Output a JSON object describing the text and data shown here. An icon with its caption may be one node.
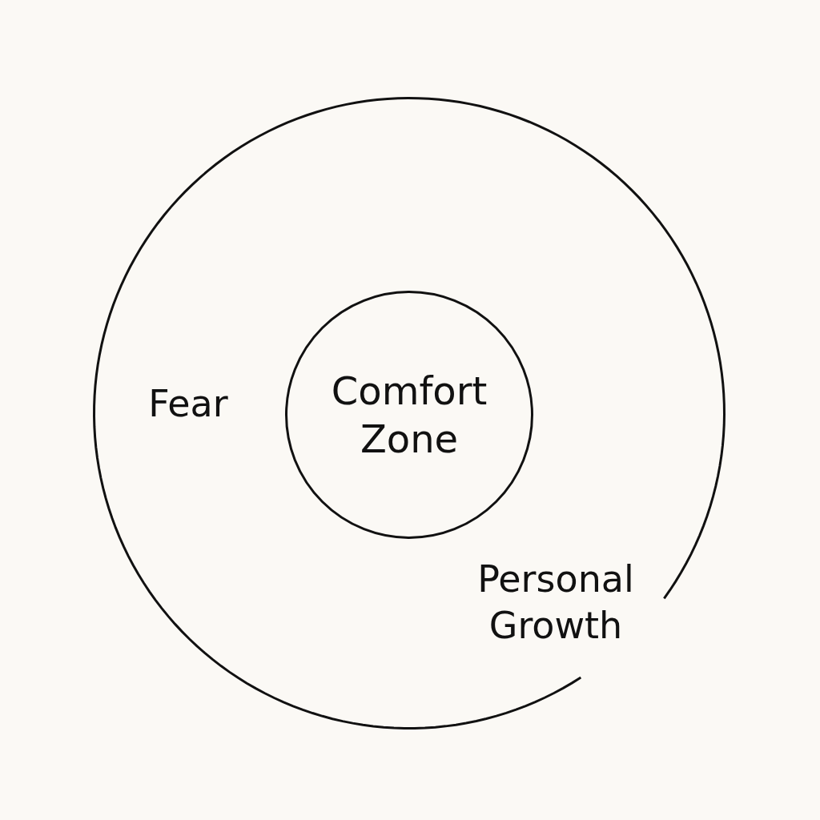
{
  "diagram": {
    "nodes": [
      {
        "text": [
          "Fear",
          "Personal Growth"
        ]
      },
      {
        "text": [
          "Comfort Zone"
        ],
        "in": 0
      }
    ]
  }
}
